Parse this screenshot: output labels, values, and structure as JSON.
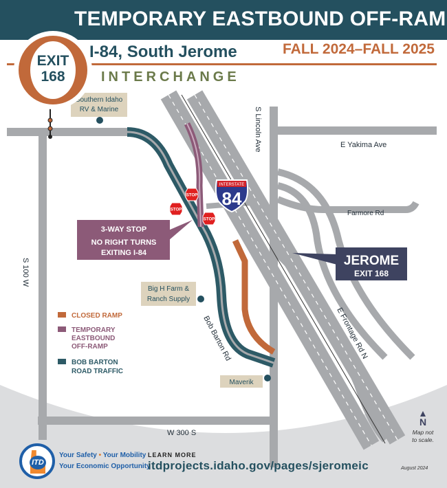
{
  "header": {
    "title": "TEMPORARY EASTBOUND OFF-RAMP",
    "exit_label": "EXIT",
    "exit_number": "168",
    "subtitle": "I-84, South Jerome",
    "subtitle2": "INTERCHANGE",
    "dates": "FALL 2024–FALL 2025"
  },
  "colors": {
    "header_bg": "#24505f",
    "accent_orange": "#c1693a",
    "bob_barton_traffic": "#2d5a66",
    "temporary_ramp": "#8c5a78",
    "closed_ramp": "#c1693a",
    "roads": "#a7a9ac",
    "callout_navy": "#3e4360"
  },
  "map": {
    "places": {
      "rv_marine": [
        "Southern Idaho",
        "RV & Marine"
      ],
      "big_h": [
        "Big H Farm &",
        "Ranch Supply"
      ],
      "maverik": "Maverik"
    },
    "streets": {
      "lincoln": "S Lincoln Ave",
      "yakima": "E Yakima Ave",
      "farmore": "Farmore Rd",
      "s100w": "S 100 W",
      "bob_barton": "Bob Barton Rd",
      "frontage": "E Frontage Rd N",
      "w300s": "W 300 S"
    },
    "interstate_shield": {
      "top": "INTERSTATE",
      "number": "84"
    },
    "stop_sign": "STOP",
    "callout_stop": [
      "3-WAY STOP",
      "NO RIGHT TURNS",
      "EXITING I-84"
    ],
    "callout_jerome": [
      "JEROME",
      "EXIT 168"
    ],
    "legend": [
      {
        "label": [
          "CLOSED RAMP"
        ],
        "color": "#c1693a"
      },
      {
        "label": [
          "TEMPORARY",
          "EASTBOUND",
          "OFF-RAMP"
        ],
        "color": "#8c5a78"
      },
      {
        "label": [
          "BOB BARTON",
          "ROAD TRAFFIC"
        ],
        "color": "#2d5a66"
      }
    ]
  },
  "footer": {
    "tagline1a": "Your Safety",
    "tagline1b": "Your Mobility",
    "tagline2": "Your Economic Opportunity",
    "learn_more": "LEARN MORE",
    "url": "itdprojects.idaho.gov/pages/sjeromeic",
    "north": "N",
    "scale_note1": "Map not",
    "scale_note2": "to scale.",
    "date": "August 2024"
  }
}
